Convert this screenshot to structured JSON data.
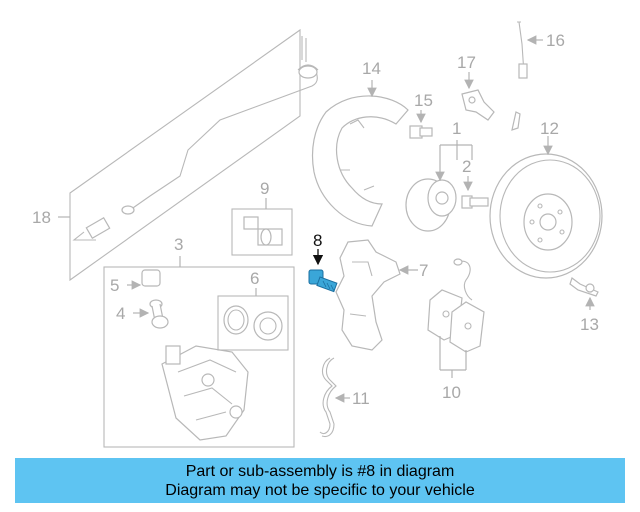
{
  "diagram": {
    "callouts": {
      "c1": "1",
      "c2": "2",
      "c3": "3",
      "c4": "4",
      "c5": "5",
      "c6": "6",
      "c7": "7",
      "c8": "8",
      "c9": "9",
      "c10": "10",
      "c11": "11",
      "c12": "12",
      "c13": "13",
      "c14": "14",
      "c15": "15",
      "c16": "16",
      "c17": "17",
      "c18": "18"
    },
    "highlighted_part": "8",
    "colors": {
      "line_art": "#b3b3b3",
      "highlight": "#3aa6d8",
      "banner": "#5ec4f2"
    }
  },
  "banner": {
    "line1": "Part or sub-assembly is #8 in diagram",
    "line2": "Diagram may not be specific to your vehicle"
  }
}
